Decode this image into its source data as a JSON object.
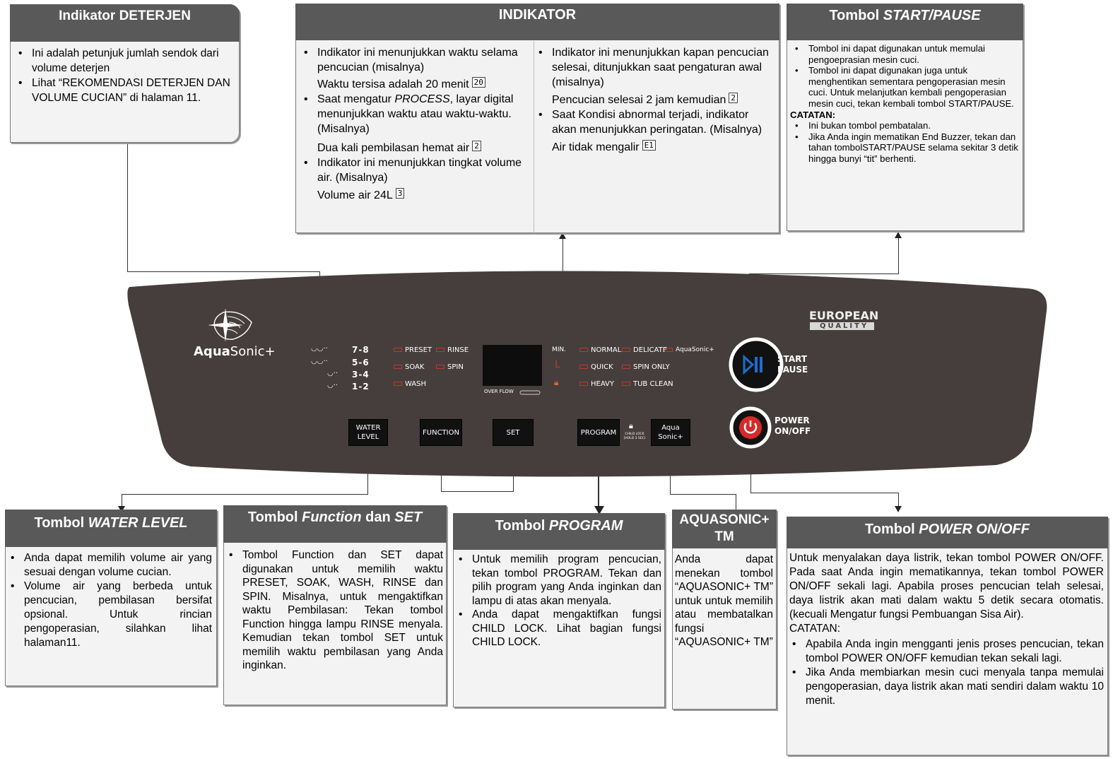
{
  "deterjen": {
    "title": "Indikator DETERJEN",
    "items": [
      "Ini adalah petunjuk jumlah sendok dari volume deterjen",
      "Lihat “REKOMENDASI DETERJEN DAN VOLUME CUCIAN” di halaman 11."
    ]
  },
  "indikator": {
    "title": "INDIKATOR",
    "left": [
      {
        "pre": "Indikator ini menunjukkan waktu selama pencucian (misalnya)",
        "em": "",
        "post": "",
        "sub": "Waktu tersisa adalah 20 menit",
        "digit": "20"
      },
      {
        "pre": "Saat mengatur ",
        "em": "PROCESS",
        "post": ", layar digital menunjukkan waktu atau waktu-waktu. (Misalnya)",
        "sub": "Dua kali pembilasan hemat air",
        "digit": "2"
      },
      {
        "pre": "Indikator ini menunjukkan tingkat volume air. (Misalnya)",
        "em": "",
        "post": "",
        "sub": "Volume air 24L",
        "digit": "3"
      }
    ],
    "right": [
      {
        "pre": "Indikator ini menunjukkan kapan pencucian selesai, ditunjukkan saat pengaturan awal (misalnya)",
        "sub": "Pencucian selesai 2 jam kemudian",
        "digit": "2"
      },
      {
        "pre": "Saat Kondisi abnormal terjadi, indikator akan menunjukkan peringatan. (Misalnya)",
        "sub": "Air tidak mengalir",
        "digit": "E1"
      }
    ]
  },
  "start_pause": {
    "title_pre": "Tombol ",
    "title_em": "START/PAUSE",
    "items": [
      "Tombol ini dapat digunakan untuk memulai pengoeprasian mesin cuci.",
      "Tombol ini dapat digunakan juga untuk menghentikan sementara pengoperasian mesin cuci. Untuk melanjutkan kembali pengoperasian mesin cuci, tekan kembali tombol START/PAUSE."
    ],
    "note_label": "CATATAN:",
    "notes": [
      "Ini bukan tombol pembatalan.",
      "Jika Anda ingin mematikan End Buzzer, tekan dan tahan tombolSTART/PAUSE selama sekitar 3 detik hingga bunyi “tit” berhenti."
    ]
  },
  "water_level": {
    "title_pre": "Tombol ",
    "title_em": "WATER LEVEL",
    "items": [
      "Anda dapat memilih volume air yang sesuai dengan volume cucian.",
      "Volume air yang berbeda untuk pencucian, pembilasan bersifat opsional. Untuk rincian pengoperasian, silahkan lihat halaman11."
    ]
  },
  "function_set": {
    "title_pre": "Tombol ",
    "title_em1": "Function",
    "title_mid": " dan ",
    "title_em2": "SET",
    "text": "Tombol Function dan SET dapat digunakan untuk memilih waktu PRESET, SOAK, WASH, RINSE dan SPIN. Misalnya, untuk mengaktifkan waktu Pembilasan: Tekan tombol Function hingga lampu RINSE menyala. Kemudian tekan tombol SET untuk memilih waktu pembilasan yang Anda inginkan."
  },
  "program": {
    "title_pre": "Tombol ",
    "title_em": "PROGRAM",
    "items": [
      "Untuk memilih program pencucian, tekan tombol PROGRAM. Tekan dan pilih program yang Anda inginkan dan lampu di atas akan menyala.",
      "Anda dapat mengaktifkan fungsi CHILD LOCK. Lihat bagian fungsi CHILD LOCK."
    ]
  },
  "aquasonic": {
    "title": "AQUASONIC+ TM",
    "text": "Anda dapat menekan tombol “AQUASONIC+ TM” untuk untuk memilih atau membatalkan fungsi “AQUASONIC+ TM”"
  },
  "power": {
    "title_pre": "Tombol ",
    "title_em": "POWER ON/OFF",
    "text": "Untuk menyalakan daya listrik, tekan tombol POWER ON/OFF. Pada saat Anda ingin mematikannya, tekan tombol POWER ON/OFF sekali lagi. Apabila proses pencucian telah selesai, daya listrik akan mati dalam waktu 5 detik secara otomatis. (kecuali Mengatur fungsi Pembuangan Sisa Air).",
    "note_label": "CATATAN:",
    "notes": [
      "Apabila Anda ingin mengganti jenis proses pencucian, tekan tombol POWER ON/OFF kemudian tekan sekali lagi.",
      "Jika Anda membiarkan mesin cuci menyala tanpa memulai pengoperasian, daya listrik akan mati sendiri dalam waktu 10 menit."
    ]
  },
  "panel": {
    "brand_bold": "Aqua",
    "brand_rest": "Sonic+",
    "european": "EUROPEAN",
    "quality": "QUALITY",
    "water_levels": [
      "7-8",
      "5-6",
      "3-4",
      "1-2"
    ],
    "func_leds": [
      "PRESET",
      "RINSE",
      "SOAK",
      "SPIN",
      "WASH"
    ],
    "overflow": "OVER FLOW",
    "min": "MIN.",
    "prog_leds": [
      "NORMAL",
      "DELICATE",
      "AquaSonic+",
      "QUICK",
      "SPIN ONLY",
      "HEAVY",
      "TUB CLEAN"
    ],
    "buttons": {
      "water_level": "WATER LEVEL",
      "function": "FUNCTION",
      "set": "SET",
      "program": "PROGRAM",
      "child_lock": "CHILD LOCK (HOLD 3 SEC)",
      "aqua": "Aqua Sonic+",
      "start": "START PAUSE",
      "power": "POWER ON/OFF"
    },
    "colors": {
      "panel": "#453e3d",
      "led": "#c0392b",
      "start": "#1a6fd1",
      "power": "#d62a2a"
    }
  }
}
